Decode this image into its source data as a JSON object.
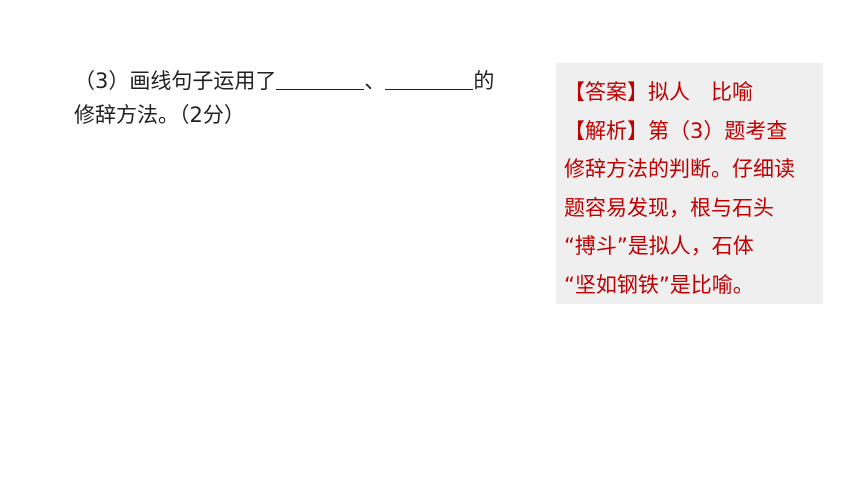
{
  "question": {
    "line1_prefix": "（3）画线句子运用了",
    "separator": "、",
    "line1_suffix": "的",
    "line2": "修辞方法。（2分）"
  },
  "answer_box": {
    "lines": [
      "【答案】拟人　比喻",
      "【解析】第（3）题考查",
      "修辞方法的判断。仔细读",
      "题容易发现，根与石头",
      "“搏斗”是拟人，石体",
      "“坚如钢铁”是比喻。"
    ]
  },
  "colors": {
    "answer_text": "#c00000",
    "answer_background": "#efefef",
    "question_text": "#222222"
  }
}
